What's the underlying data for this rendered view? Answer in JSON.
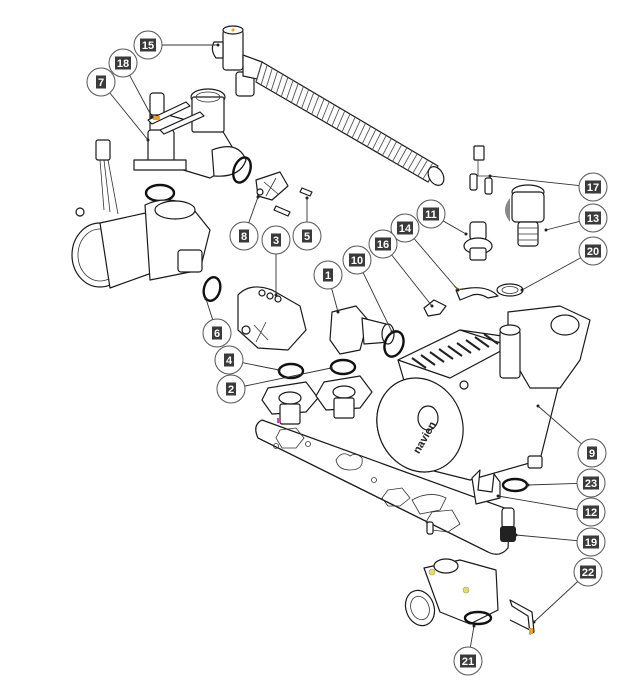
{
  "diagram": {
    "title": "Exploded parts diagram - pump and water valve assembly",
    "brand_label": "navien",
    "colors": {
      "tag_background": "#3a3a3a",
      "tag_text": "#ffffff",
      "callout_border": "#555555",
      "accent_orange": "#f0a020",
      "accent_yellow": "#e8e050",
      "accent_magenta": "#d040d0",
      "line": "#1a1a1a"
    },
    "callouts": [
      {
        "id": "1",
        "label": "1",
        "part": "pump-inlet-adapter"
      },
      {
        "id": "2",
        "label": "2",
        "part": "flange-fitting"
      },
      {
        "id": "3",
        "label": "3",
        "part": "valve-body"
      },
      {
        "id": "4",
        "label": "4",
        "part": "o-ring-flange"
      },
      {
        "id": "5",
        "label": "5",
        "part": "screw"
      },
      {
        "id": "6",
        "label": "6",
        "part": "o-ring"
      },
      {
        "id": "7",
        "label": "7",
        "part": "three-way-valve-assembly"
      },
      {
        "id": "8",
        "label": "8",
        "part": "valve-clip"
      },
      {
        "id": "9",
        "label": "9",
        "part": "circulation-pump"
      },
      {
        "id": "10",
        "label": "10",
        "part": "o-ring-pump-inlet"
      },
      {
        "id": "11",
        "label": "11",
        "part": "pressure-sensor"
      },
      {
        "id": "12",
        "label": "12",
        "part": "fork-clip"
      },
      {
        "id": "13",
        "label": "13",
        "part": "air-vent"
      },
      {
        "id": "14",
        "label": "14",
        "part": "retaining-clip"
      },
      {
        "id": "15",
        "label": "15",
        "part": "tee-connector"
      },
      {
        "id": "16",
        "label": "16",
        "part": "fork-clip-small"
      },
      {
        "id": "17",
        "label": "17",
        "part": "temperature-sensor-harness"
      },
      {
        "id": "18",
        "label": "18",
        "part": "pin-clip"
      },
      {
        "id": "19",
        "label": "19",
        "part": "drain-plug"
      },
      {
        "id": "20",
        "label": "20",
        "part": "o-ring-air-vent"
      },
      {
        "id": "21",
        "label": "21",
        "part": "water-inlet-valve"
      },
      {
        "id": "22",
        "label": "22",
        "part": "u-clip"
      },
      {
        "id": "23",
        "label": "23",
        "part": "o-ring-pump-outlet"
      }
    ]
  }
}
